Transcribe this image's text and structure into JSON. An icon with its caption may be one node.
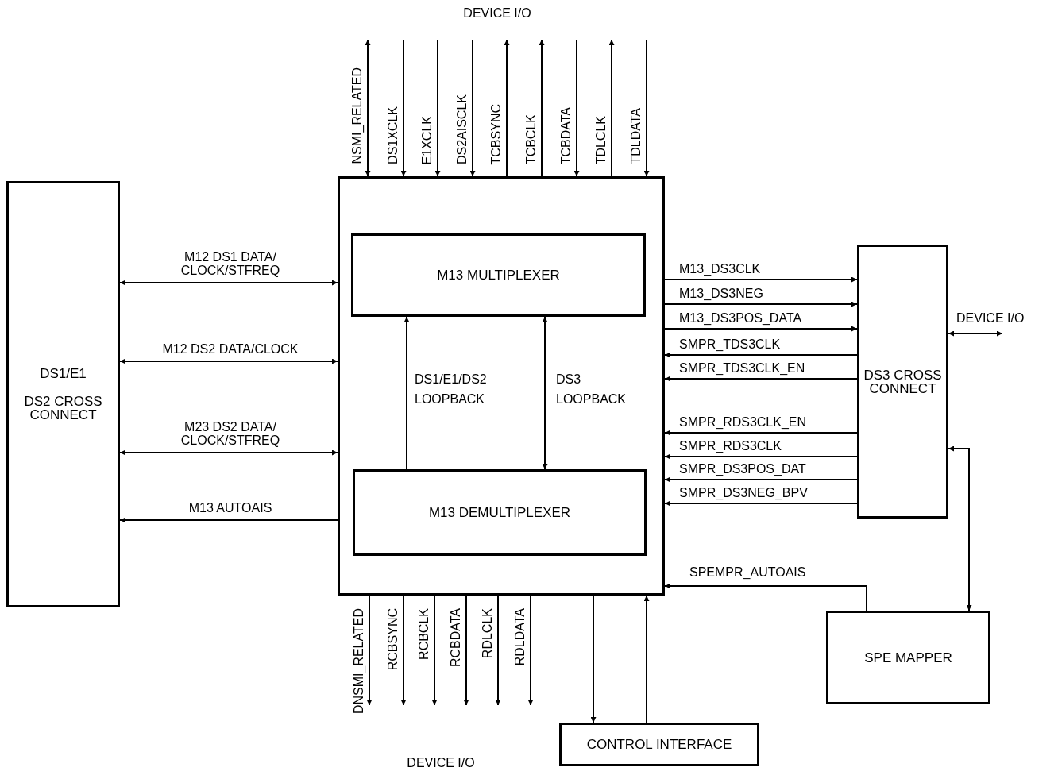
{
  "diagram": {
    "nodes": [
      {
        "text": [
          "DS1/E1",
          "DS2 CROSS CONNECT"
        ]
      },
      {
        "text": [],
        "shape": "box"
      },
      {
        "text": [
          "M13 MULTIPLEXER"
        ],
        "in": 1
      },
      {
        "text": [
          "M13 DEMULTIPLEXER"
        ],
        "in": 1
      },
      {
        "text": [
          "DS3 CROSS CONNECT"
        ]
      },
      {
        "text": [
          "SPE MAPPER"
        ]
      },
      {
        "text": [
          "CONTROL INTERFACE"
        ]
      }
    ],
    "edges": [
      {
        "from": 0,
        "to": 1,
        "arrow": "both",
        "label": "M12 DS1 DATA/ CLOCK/STFREQ"
      },
      {
        "from": 0,
        "to": 1,
        "arrow": "both",
        "label": "M12 DS2 DATA/CLOCK"
      },
      {
        "from": 0,
        "to": 1,
        "arrow": "both",
        "label": "M23 DS2 DATA/ CLOCK/STFREQ"
      },
      {
        "from": 1,
        "to": 0,
        "arrow": "to",
        "label": "M13 AUTOAIS"
      },
      {
        "from": 3,
        "to": 2,
        "arrow": "to",
        "label": "DS1/E1/DS2 LOOPBACK"
      },
      {
        "from": 2,
        "to": 3,
        "arrow": "both",
        "label": "DS3 LOOPBACK"
      },
      {
        "from": 1,
        "to": 4,
        "arrow": "to",
        "label": "M13_DS3CLK"
      },
      {
        "from": 1,
        "to": 4,
        "arrow": "to",
        "label": "M13_DS3NEG"
      },
      {
        "from": 1,
        "to": 4,
        "arrow": "to",
        "label": "M13_DS3POS_DATA"
      },
      {
        "from": 4,
        "to": 1,
        "arrow": "to",
        "label": "SMPR_TDS3CLK"
      },
      {
        "from": 4,
        "to": 1,
        "arrow": "to",
        "label": "SMPR_TDS3CLK_EN"
      },
      {
        "from": 4,
        "to": 1,
        "arrow": "to",
        "label": "SMPR_RDS3CLK_EN"
      },
      {
        "from": 4,
        "to": 1,
        "arrow": "to",
        "label": "SMPR_RDS3CLK"
      },
      {
        "from": 4,
        "to": 1,
        "arrow": "to",
        "label": "SMPR_DS3POS_DAT"
      },
      {
        "from": 4,
        "to": 1,
        "arrow": "to",
        "label": "SMPR_DS3NEG_BPV"
      },
      {
        "from": 4,
        "to": null,
        "arrow": "both",
        "label": "DEVICE I/O"
      },
      {
        "from": 4,
        "to": 5,
        "arrow": "both"
      },
      {
        "from": 5,
        "to": 1,
        "arrow": "to",
        "label": "SPEMPR_AUTOAIS"
      },
      {
        "from": 1,
        "to": null,
        "arrow": "both",
        "label": "NSMI_RELATED"
      },
      {
        "from": null,
        "to": 1,
        "arrow": "to",
        "label": "DS1XCLK"
      },
      {
        "from": null,
        "to": 1,
        "arrow": "to",
        "label": "E1XCLK"
      },
      {
        "from": null,
        "to": 1,
        "arrow": "to",
        "label": "DS2AISCLK"
      },
      {
        "from": 1,
        "to": null,
        "arrow": "to",
        "label": "TCBSYNC"
      },
      {
        "from": 1,
        "to": null,
        "arrow": "to",
        "label": "TCBCLK"
      },
      {
        "from": null,
        "to": 1,
        "arrow": "to",
        "label": "TCBDATA"
      },
      {
        "from": 1,
        "to": null,
        "arrow": "to",
        "label": "TDLCLK"
      },
      {
        "from": null,
        "to": 1,
        "arrow": "to",
        "label": "TDLDATA"
      },
      {
        "from": 1,
        "to": null,
        "arrow": "to",
        "label": "DNSMI_RELATED"
      },
      {
        "from": 1,
        "to": null,
        "arrow": "to",
        "label": "RCBSYNC"
      },
      {
        "from": 1,
        "to": null,
        "arrow": "to",
        "label": "RCBCLK"
      },
      {
        "from": 1,
        "to": null,
        "arrow": "to",
        "label": "RCBDATA"
      },
      {
        "from": 1,
        "to": null,
        "arrow": "to",
        "label": "RDLCLK"
      },
      {
        "from": 1,
        "to": null,
        "arrow": "to",
        "label": "RDLDATA"
      },
      {
        "from": 1,
        "to": 6,
        "arrow": "to"
      },
      {
        "from": 6,
        "to": 1,
        "arrow": "to"
      }
    ],
    "labels": [
      "DEVICE I/O",
      "DEVICE I/O"
    ]
  }
}
